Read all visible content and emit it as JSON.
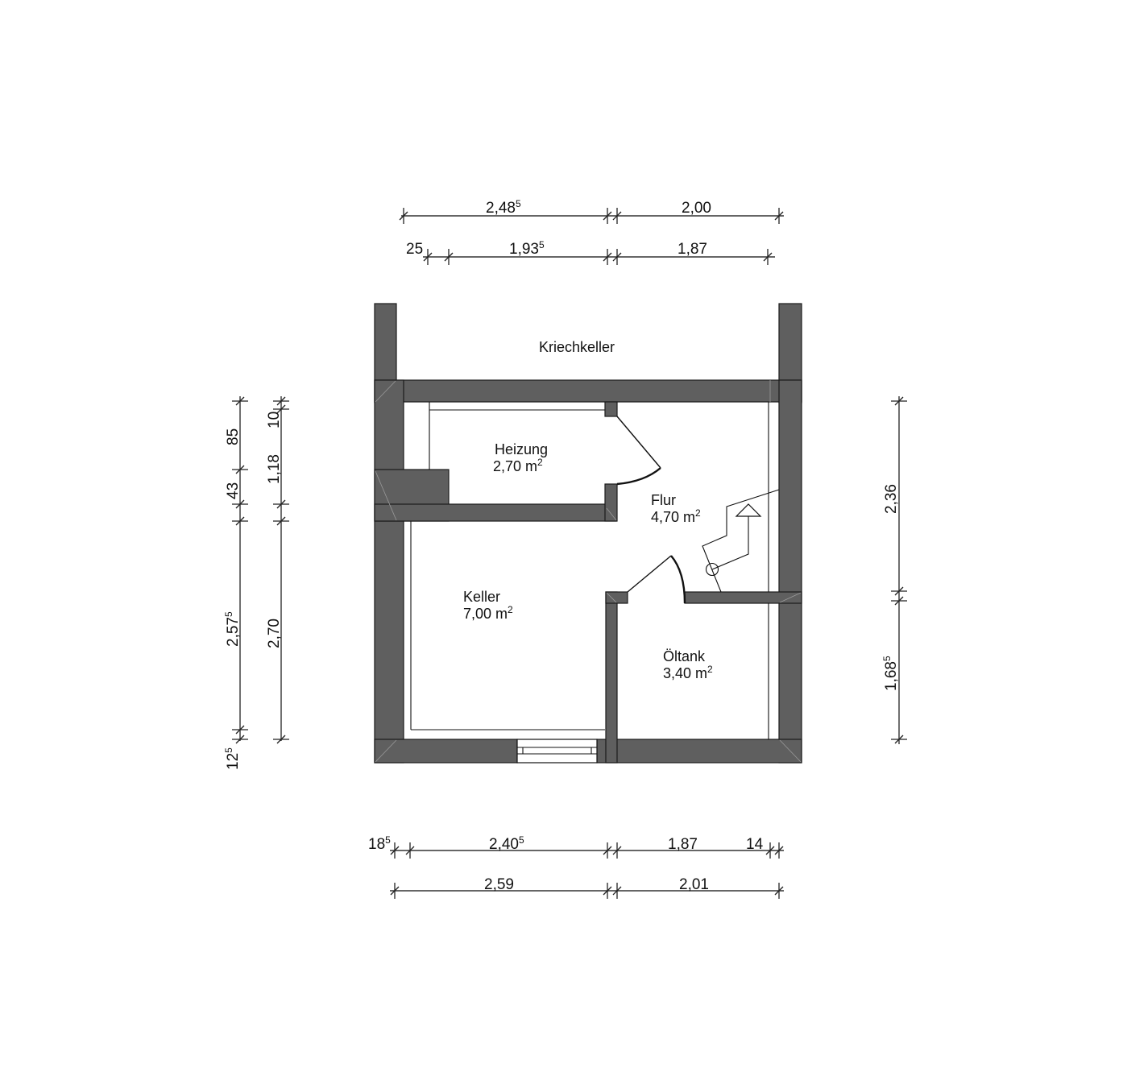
{
  "rooms": {
    "kriechkeller": {
      "name": "Kriechkeller"
    },
    "heizung": {
      "name": "Heizung",
      "area": "2,70 m",
      "area_sup": "2"
    },
    "flur": {
      "name": "Flur",
      "area": "4,70 m",
      "area_sup": "2"
    },
    "keller": {
      "name": "Keller",
      "area": "7,00 m",
      "area_sup": "2"
    },
    "oeltank": {
      "name": "Öltank",
      "area": "3,40 m",
      "area_sup": "2"
    }
  },
  "dimensions": {
    "top_outer": [
      {
        "label": "2,48",
        "sup": "5"
      },
      {
        "label": "2,00",
        "sup": ""
      }
    ],
    "top_inner": [
      {
        "label": "25",
        "sup": ""
      },
      {
        "label": "1,93",
        "sup": "5"
      },
      {
        "label": "1,87",
        "sup": ""
      }
    ],
    "left_outer": [
      {
        "label": "85",
        "sup": ""
      },
      {
        "label": "43",
        "sup": ""
      },
      {
        "label": "2,57",
        "sup": "5"
      },
      {
        "label": "12",
        "sup": "5"
      }
    ],
    "left_inner": [
      {
        "label": "10",
        "sup": ""
      },
      {
        "label": "1,18",
        "sup": ""
      },
      {
        "label": "2,70",
        "sup": ""
      }
    ],
    "right": [
      {
        "label": "2,36",
        "sup": ""
      },
      {
        "label": "1,68",
        "sup": "5"
      }
    ],
    "bottom_inner": [
      {
        "label": "18",
        "sup": "5"
      },
      {
        "label": "2,40",
        "sup": "5"
      },
      {
        "label": "1,87",
        "sup": ""
      },
      {
        "label": "14",
        "sup": ""
      }
    ],
    "bottom_outer": [
      {
        "label": "2,59",
        "sup": ""
      },
      {
        "label": "2,01",
        "sup": ""
      }
    ]
  },
  "colors": {
    "wall": "#5f5f5f",
    "line": "#111111",
    "background": "#ffffff"
  },
  "symbols": {
    "stair_arrow": "stair-up-arrow-icon",
    "door_swing": "door-swing-arc",
    "window": "window-symbol"
  }
}
